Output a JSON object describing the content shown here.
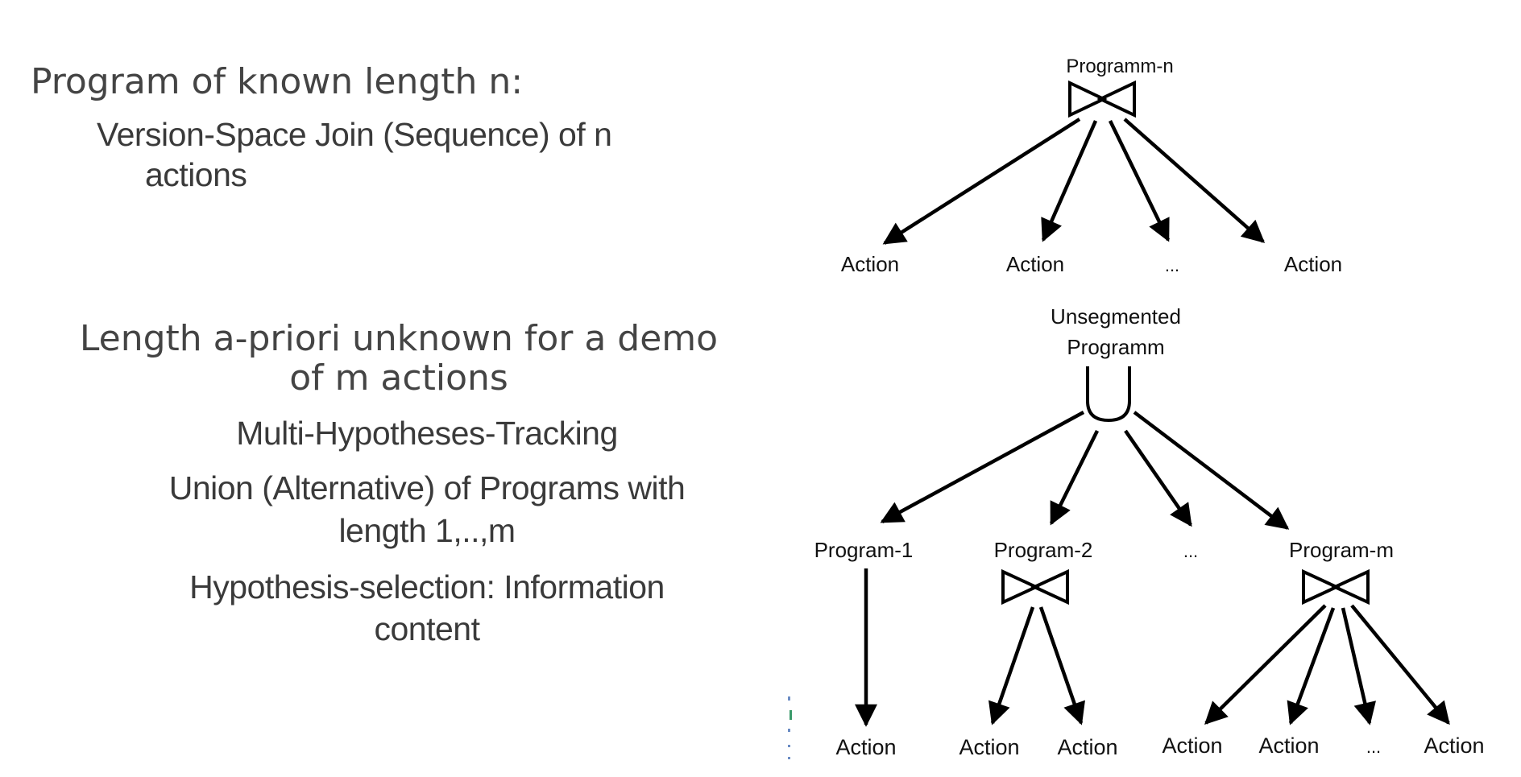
{
  "left_text": {
    "section1": {
      "heading": "Program of known length n:",
      "detail_line1": "Version-Space Join (Sequence) of n",
      "detail_line2": "actions"
    },
    "section2": {
      "heading_line1": "Length a-priori unknown for a demo",
      "heading_line2": "of m actions",
      "bullet1": "Multi-Hypotheses-Tracking",
      "bullet2_line1": "Union (Alternative) of Programs with",
      "bullet2_line2": "length 1,..,m",
      "bullet3_line1": "Hypothesis-selection: Information",
      "bullet3_line2": "content"
    }
  },
  "diagram_top": {
    "root_label": "Programm-n",
    "children": [
      "Action",
      "Action",
      "...",
      "Action"
    ]
  },
  "diagram_bottom": {
    "root_label_line1": "Unsegmented",
    "root_label_line2": "Programm",
    "programs": [
      "Program-1",
      "Program-2",
      "...",
      "Program-m"
    ],
    "program1_children": [
      "Action"
    ],
    "program2_children": [
      "Action",
      "Action"
    ],
    "programm_children": [
      "Action",
      "Action",
      "...",
      "Action"
    ]
  }
}
